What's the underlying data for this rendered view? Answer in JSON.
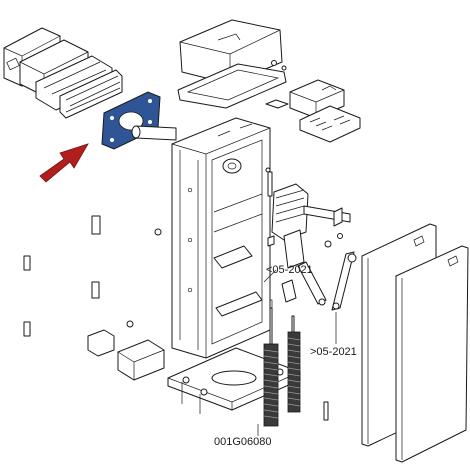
{
  "callouts": {
    "before_date": "<05-2021",
    "after_date": ">05-2021",
    "part_code": "001G06080"
  },
  "colors": {
    "highlight_part": "#2f5597",
    "arrow": "#b01e1e",
    "line": "#1a1a1a"
  }
}
